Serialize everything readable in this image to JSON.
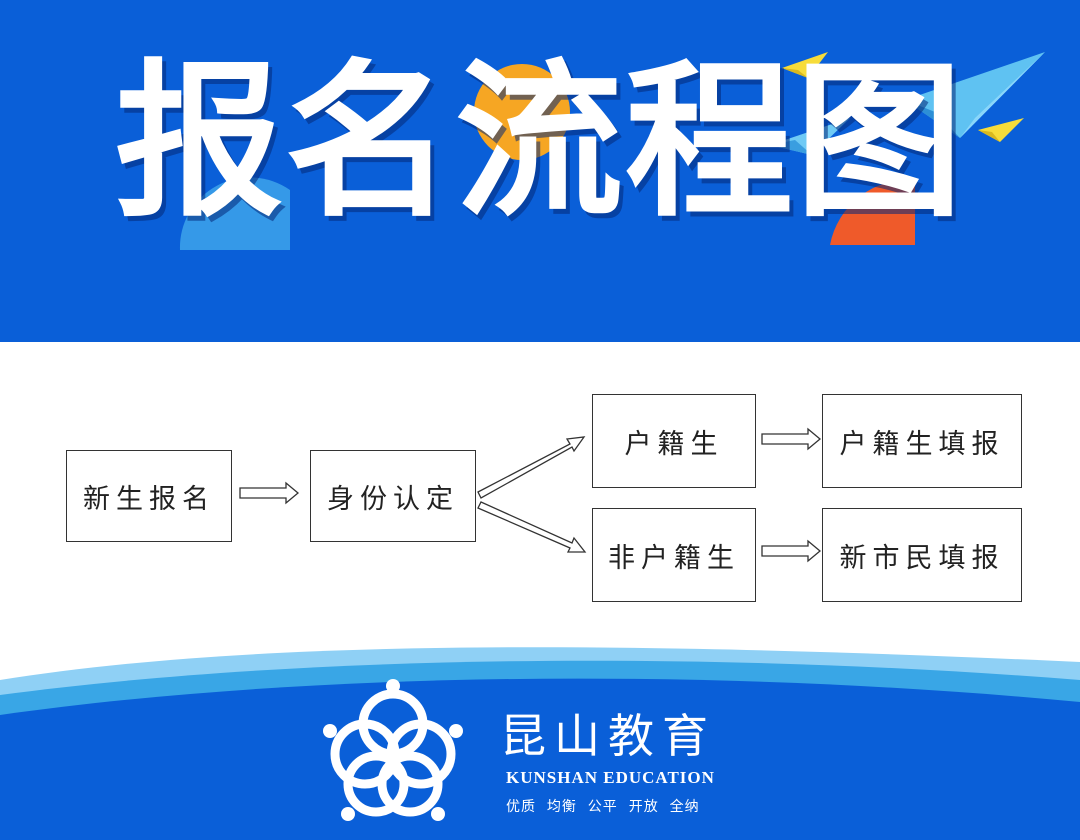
{
  "header": {
    "title": "报名流程图"
  },
  "flowchart": {
    "nodes": {
      "start": "新生报名",
      "identity": "身份认定",
      "local": "户籍生",
      "nonlocal": "非户籍生",
      "local_report": "户籍生填报",
      "new_citizen_report": "新市民填报"
    }
  },
  "footer": {
    "brand_cn": "昆山教育",
    "brand_en": "KUNSHAN EDUCATION",
    "slogan": "优质  均衡  公平  开放  全纳"
  },
  "colors": {
    "banner_blue": "#0a5fd8",
    "accent_orange": "#f39c1f",
    "accent_red": "#ef5a2a",
    "light_blue": "#58b8ee",
    "footer_blue": "#0a5fd8"
  }
}
